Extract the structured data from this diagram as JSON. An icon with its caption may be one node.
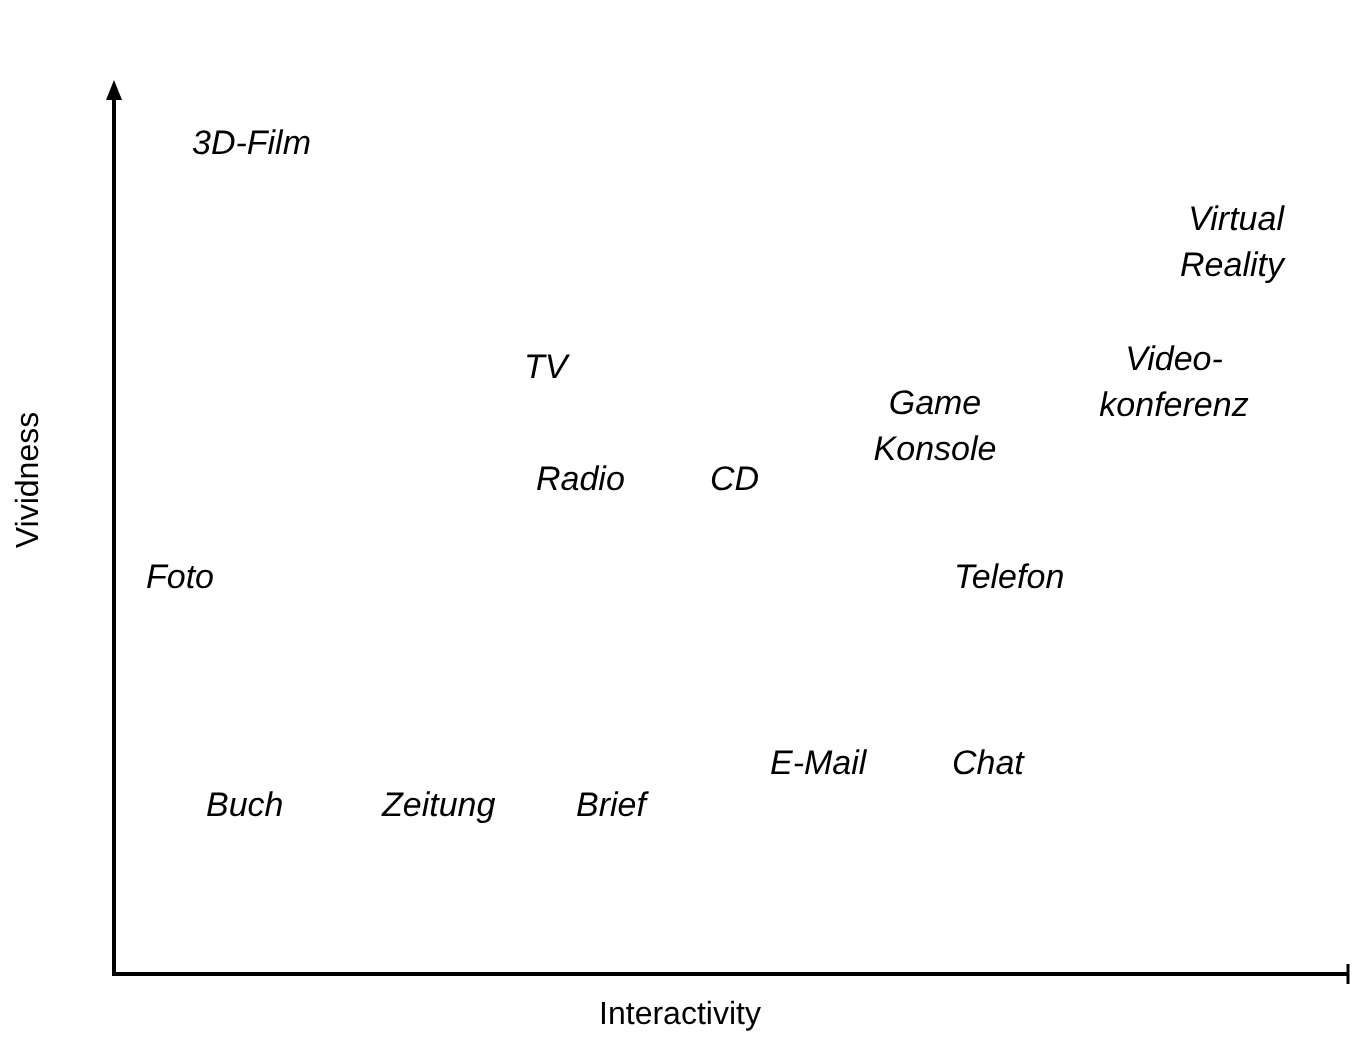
{
  "diagram": {
    "labels": [
      "3D-Film",
      "Virtual Reality",
      "TV",
      "Video- konferenz",
      "Game Konsole",
      "Radio",
      "CD",
      "Vividness",
      "Foto",
      "Telefon",
      "E-Mail",
      "Chat",
      "Buch",
      "Zeitung",
      "Brief",
      "Interactivity"
    ]
  }
}
